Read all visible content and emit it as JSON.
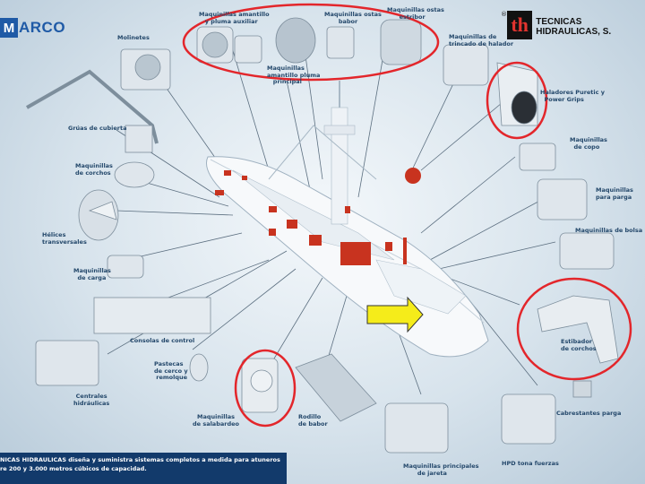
{
  "brand": {
    "left_logo_letter": "M",
    "left_logo_text": "ARCO",
    "right_logo_reg": "®",
    "right_logo_mark": "th",
    "right_logo_name": "TECNICAS HIDRAULICAS, S."
  },
  "labels": {
    "molinetes": "Molinetes",
    "maquinillas_amantillo": "Maquinillas amantillo\n   y pluma auxiliar",
    "maquinillas_ostas": "Maquinillas ostas\n       babor",
    "maquinillas_estribor": "Maquinillas ostas\n      estribor",
    "maquinillas_pluma": "Maquinillas\namantillo pluma\n   principal",
    "maquinillas_trincado": "Maquinillas de\ntrincado de halador",
    "haladores": "Haladores Puretic y\n  Power Grips",
    "gruas": "Grúas de cubierta",
    "maquinillas_copo": "Maquinillas\n  de copo",
    "maquinillas_corchos": "Maquinillas\nde corchos",
    "maquinillas_parga": "Maquinillas\npara parga",
    "helices": "Hélices\ntransversales",
    "maquinillas_bolsa": "Maquinillas de bolsa",
    "maquinillas_carga": "Maquinillas\n  de carga",
    "estibador": "Estibador\nde corchos",
    "consolas": "Consolas de control",
    "pastecas": "Pastecas\nde cerco y\n remolque",
    "centrales": "Centrales\nhidráulicas",
    "maquinillas_salabardeo": "Maquinillas\nde salabardeo",
    "rodillo": "Rodillo\nde babor",
    "cabrestantes": "Cabrestantes parga",
    "maquinillas_jareta": "Maquinillas principales\n       de jareta",
    "hpd": "HPD tona fuerzas"
  },
  "footer": {
    "line1": "NICAS HIDRAULICAS diseña y suministra sistemas completos a medida para atuneros",
    "line2": "re 200 y 3.000 metros cúbicos de capacidad."
  },
  "colors": {
    "brand_blue": "#1f5aa6",
    "highlight_red": "#e3262b",
    "arrow_yellow": "#f5ec1a",
    "footer_bg": "#123a6b"
  }
}
